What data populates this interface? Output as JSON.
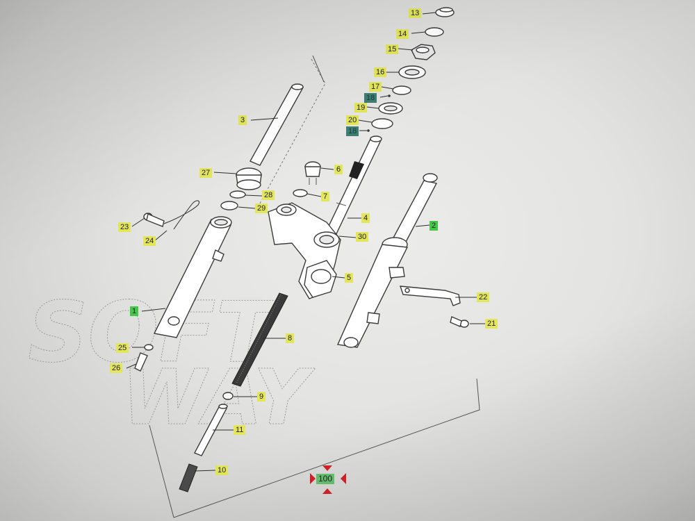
{
  "diagram": {
    "watermark": {
      "line1": "SOFT",
      "line2": "WAY"
    },
    "callouts": {
      "c13": "13",
      "c14": "14",
      "c15": "15",
      "c16": "16",
      "c17": "17",
      "c18a": "18",
      "c19": "19",
      "c20": "20",
      "c18b": "18",
      "c3": "3",
      "c6": "6",
      "c27": "27",
      "c28": "28",
      "c7": "7",
      "c29": "29",
      "c4": "4",
      "c2": "2",
      "c23": "23",
      "c24": "24",
      "c30": "30",
      "c5": "5",
      "c22": "22",
      "c1": "1",
      "c21": "21",
      "c8": "8",
      "c25": "25",
      "c26": "26",
      "c9": "9",
      "c11": "11",
      "c10": "10",
      "c100": "100"
    }
  },
  "colors": {
    "label_yellow": "#e3e65b",
    "label_green": "#45c84a",
    "label_dark": "#3f7d72",
    "arrow_red": "#d4202a"
  }
}
